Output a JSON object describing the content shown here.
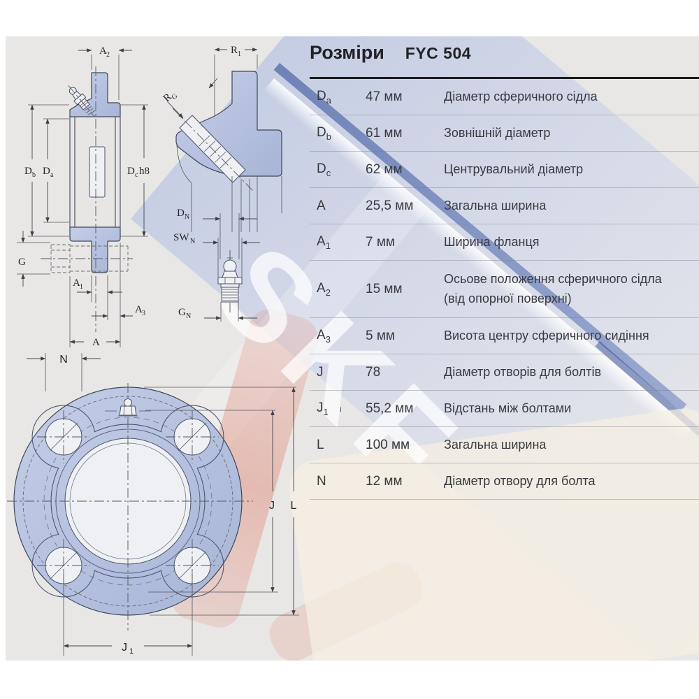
{
  "page": {
    "title": "Розміри",
    "model": "FYC 504"
  },
  "watermark": {
    "text": "SKF"
  },
  "colors": {
    "page_bg": "#e8e7e5",
    "drawing_fill_blue": "#b6c2de",
    "drawing_stroke": "#3e4759",
    "photo_navy": "#1a388a",
    "photo_pink": "#de6c58",
    "table_rule": "#1b1b1e"
  },
  "table": {
    "rows": [
      {
        "sym": "D",
        "sub": "a",
        "value": "47 мм",
        "desc": "Діаметр сферичного сідла"
      },
      {
        "sym": "D",
        "sub": "b",
        "value": "61 мм",
        "desc": "Зовнішній діаметр"
      },
      {
        "sym": "D",
        "sub": "c",
        "value": "62 мм",
        "desc": "Центрувальний діаметр"
      },
      {
        "sym": "A",
        "sub": "",
        "value": "25,5 мм",
        "desc": "Загальна ширина"
      },
      {
        "sym": "A",
        "sub": "1",
        "value": "7 мм",
        "desc": "Ширина фланця"
      },
      {
        "sym": "A",
        "sub": "2",
        "value": "15 мм",
        "desc": "Осьове положення сферичного сідла",
        "desc2": "(від опорної поверхні)",
        "h": 81
      },
      {
        "sym": "A",
        "sub": "3",
        "value": "5 мм",
        "desc": "Висота центру сферичного сидіння"
      },
      {
        "sym": "J",
        "sub": "",
        "value": "78",
        "desc": "Діаметр отворів для болтів"
      },
      {
        "sym": "J",
        "sub": "1",
        "stray": "ı",
        "value": "55,2 мм",
        "desc": "Відстань між болтами"
      },
      {
        "sym": "L",
        "sub": "",
        "value": "100 мм",
        "desc": "Загальна ширина"
      },
      {
        "sym": "N",
        "sub": "",
        "value": "12 мм",
        "desc": "Діаметр отвору для болта"
      }
    ]
  },
  "d1": {
    "a2_main": "A",
    "a2_sub": "2",
    "db_main": "D",
    "db_sub": "b",
    "da_main": "D",
    "da_sub": "a",
    "dc_main": "D",
    "dc_sub": "c",
    "dc_rest": "h8",
    "g": "G",
    "a1_main": "A",
    "a1_sub": "1",
    "a3_main": "A",
    "a3_sub": "3",
    "a": "A"
  },
  "d2": {
    "r1_main": "R",
    "r1_sub": "1",
    "rg_main": "R",
    "rg_sub": "G"
  },
  "d3": {
    "dn_main": "D",
    "dn_sub": "N",
    "swn_main": "SW",
    "swn_sub": "N",
    "gn_main": "G",
    "gn_sub": "N"
  },
  "d4": {
    "n": "N",
    "j": "J",
    "l": "L",
    "j1_main": "J",
    "j1_sub": "1"
  }
}
